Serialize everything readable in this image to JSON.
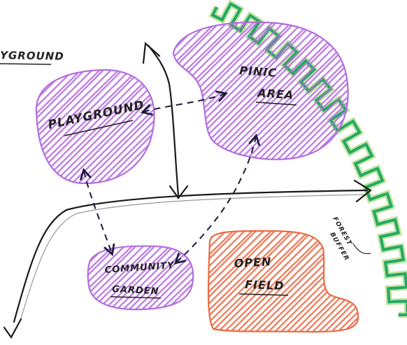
{
  "legend": {
    "partial_label": "YGROUND"
  },
  "zones": {
    "playground": {
      "label": "PLAYGROUND",
      "color": "#b46ce0"
    },
    "picnic_area": {
      "line1": "PINIC",
      "line2": "AREA",
      "color": "#b46ce0"
    },
    "community_garden": {
      "line1": "COMMUNITY",
      "line2": "GARDEN",
      "color": "#b46ce0"
    },
    "open_field": {
      "line1": "OPEN",
      "line2": "FIELD",
      "color": "#ea6a45"
    },
    "forest_buffer": {
      "line1": "FOREST",
      "line2": "BUFFER",
      "color": "#22a868",
      "edge_color": "#8fd04a"
    }
  },
  "paths": {
    "main_path_color": "#1a1a1a",
    "connector_color": "#1a1a3a"
  }
}
